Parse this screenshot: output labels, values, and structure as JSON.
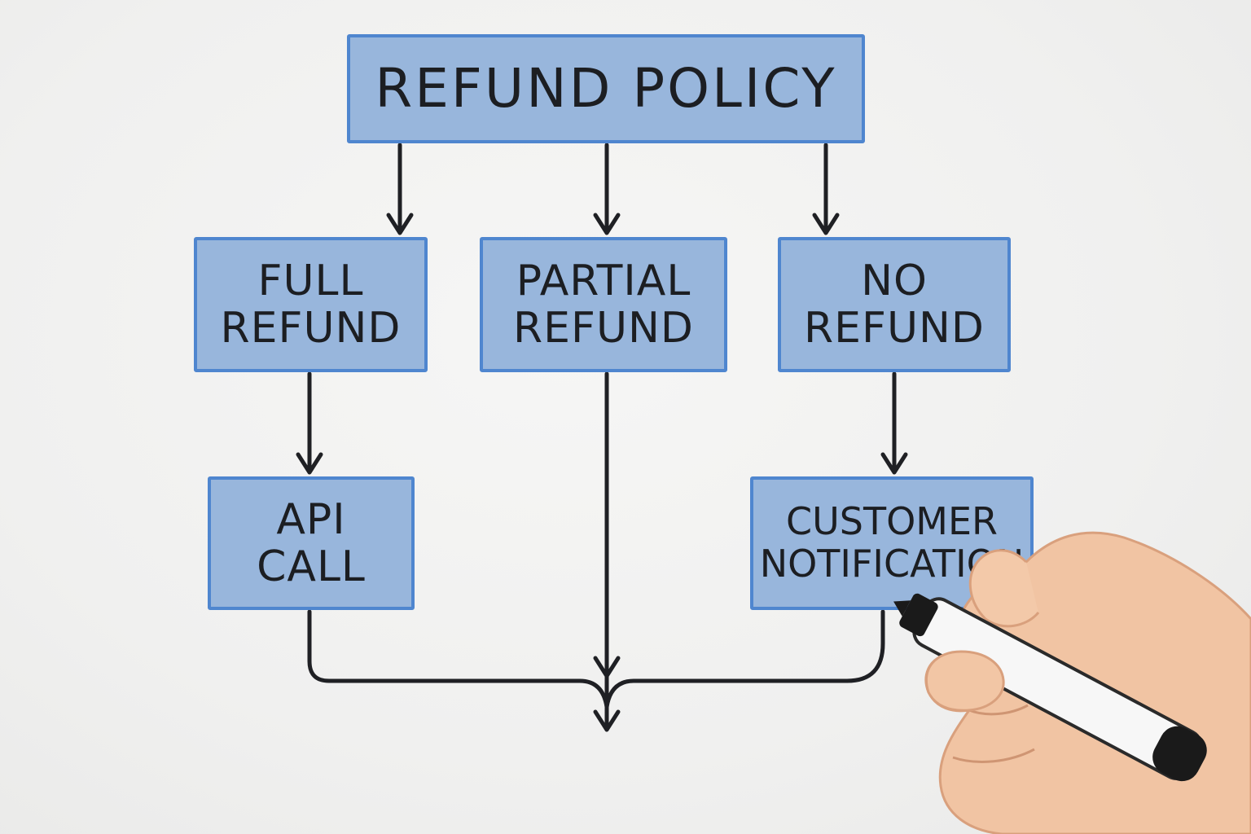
{
  "diagram": {
    "root": {
      "lines": [
        "REFUND POLICY"
      ]
    },
    "branches": [
      {
        "id": "full",
        "lines": [
          "FULL",
          "REFUND"
        ]
      },
      {
        "id": "partial",
        "lines": [
          "PARTIAL",
          "REFUND"
        ]
      },
      {
        "id": "none",
        "lines": [
          "NO",
          "REFUND"
        ]
      }
    ],
    "second_level": [
      {
        "id": "api",
        "lines": [
          "API",
          "CALL"
        ]
      },
      {
        "id": "notify",
        "lines": [
          "CUSTOMER",
          "NOTIFICATION"
        ]
      }
    ],
    "edges": [
      [
        "root",
        "full"
      ],
      [
        "root",
        "partial"
      ],
      [
        "root",
        "none"
      ],
      [
        "full",
        "api"
      ],
      [
        "none",
        "notify"
      ],
      [
        "api",
        "end"
      ],
      [
        "partial",
        "end"
      ],
      [
        "notify",
        "end"
      ]
    ]
  },
  "colors": {
    "box_fill": "#98b6dc",
    "box_border": "#4f86cf",
    "line": "#1f2024",
    "text": "#1c1e22"
  },
  "icons": {
    "hand": "hand-holding-marker-icon"
  }
}
